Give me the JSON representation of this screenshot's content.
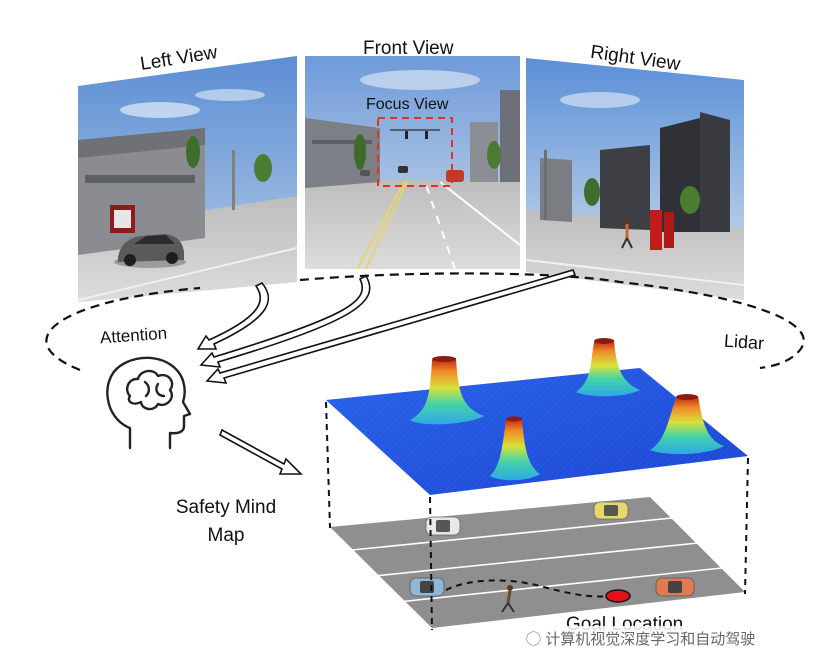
{
  "labels": {
    "left_view": "Left View",
    "front_view": "Front View",
    "right_view": "Right View",
    "focus_view": "Focus View",
    "attention": "Attention",
    "lidar": "Lidar",
    "safety_mind_map_line1": "Safety Mind",
    "safety_mind_map_line2": "Map",
    "goal_location": "Goal Location"
  },
  "watermark": "计算机视觉深度学习和自动驾驶",
  "colors": {
    "sky": "#6f9fd6",
    "road": "#8e8e8e",
    "map_surface": "#1f4fe0",
    "focus_box": "#e0312b",
    "goal_marker": "#e0121b"
  },
  "icons": {
    "head": "head-with-brain-icon",
    "wechat": "wechat-icon"
  }
}
